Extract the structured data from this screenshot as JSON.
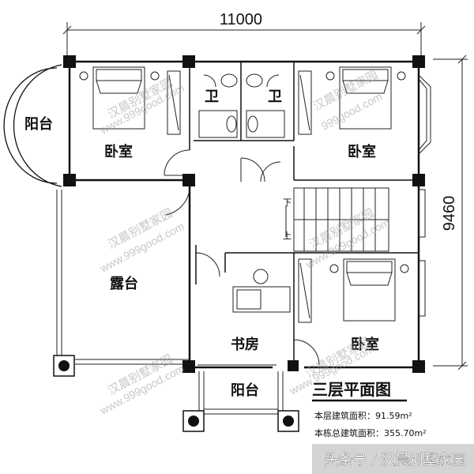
{
  "dimensions": {
    "width": "11000",
    "depth": "9460"
  },
  "rooms": {
    "balcony_west": "阳台",
    "bedroom_nw": "卧室",
    "bath_left": "卫",
    "bath_right": "卫",
    "bedroom_ne": "卧室",
    "terrace": "露台",
    "study": "书房",
    "bedroom_se": "卧室",
    "balcony_south": "阳台"
  },
  "stair": {
    "down": "下",
    "up": "上"
  },
  "plan_title": "三层平面图",
  "area_notes": {
    "floor_area": "本层建筑面积：91.59m²",
    "total_area": "本栋总建筑面积：355.70m²"
  },
  "watermark": {
    "name": "汉晨别墅家园",
    "url": "www.999good.com",
    "url_short": "999good.com"
  },
  "footer": "头条号 / 汉晨别墅家园",
  "colors": {
    "wall": "#111111",
    "line": "#222222",
    "watermark": "#9a9a9a"
  }
}
